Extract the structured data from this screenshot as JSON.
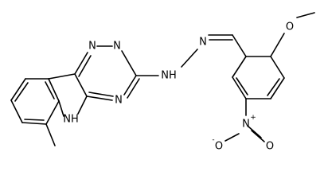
{
  "structure": {
    "atom_labels": {
      "n_triazine_top_left": "N",
      "n_triazine_top_right": "N",
      "n_triazine_bottom": "N",
      "n_hydrazone": "N",
      "nh_hydrazone": "NH",
      "nh_indole": "NH",
      "o_methoxy": "O",
      "n_nitro": "N",
      "o_nitro_anion": "O",
      "o_nitro_double": "O"
    },
    "charges": {
      "nitro_nitrogen": "+",
      "nitro_oxygen": "-"
    }
  }
}
